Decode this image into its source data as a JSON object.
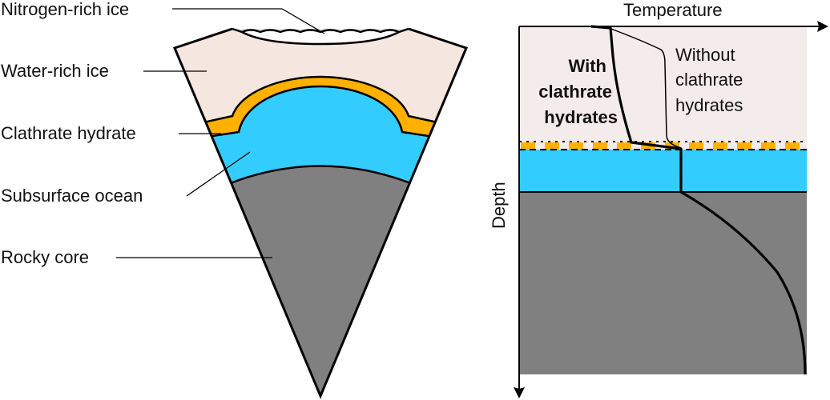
{
  "figure": {
    "colors": {
      "water_ice": "#f5e6df",
      "water_ice_panel": "#f4ecea",
      "nitrogen_ice": "#ffffff",
      "clathrate": "#ffb000",
      "ocean": "#33ccff",
      "rock": "#808080",
      "outline": "#000000"
    },
    "cone_labels": [
      {
        "key": "nitrogen",
        "text": "Nitrogen-rich ice"
      },
      {
        "key": "water",
        "text": "Water-rich ice"
      },
      {
        "key": "clathrate",
        "text": "Clathrate hydrate"
      },
      {
        "key": "ocean",
        "text": "Subsurface ocean"
      },
      {
        "key": "core",
        "text": "Rocky core"
      }
    ],
    "profile": {
      "x_axis_label": "Temperature",
      "y_axis_label": "Depth",
      "with_label": [
        "With",
        "clathrate",
        "hydrates"
      ],
      "without_label": [
        "Without",
        "clathrate",
        "hydrates"
      ]
    }
  }
}
